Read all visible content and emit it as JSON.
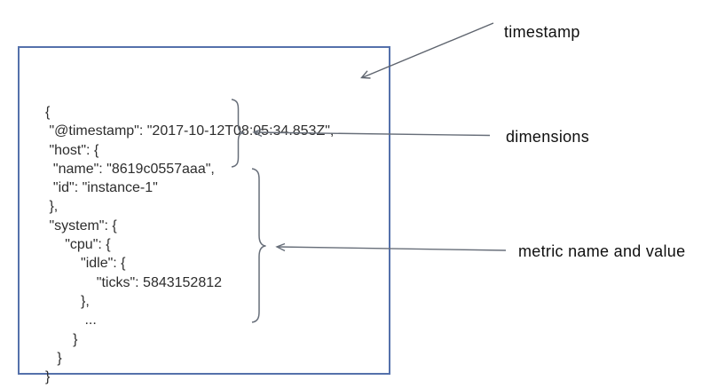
{
  "colors": {
    "box_border": "#5571ab",
    "code_text": "#2d2d2d",
    "label_text": "#101010",
    "annotation_stroke": "#676e79"
  },
  "code_block": {
    "text": "{\n \"@timestamp\": \"2017-10-12T08:05:34.853Z\",\n \"host\": {\n  \"name\": \"8619c0557aaa\",\n  \"id\": \"instance-1\"\n },\n \"system\": {\n     \"cpu\": {\n         \"idle\": {\n             \"ticks\": 5843152812\n         },\n          ...\n       }\n   }\n}"
  },
  "document_fields": {
    "timestamp": "2017-10-12T08:05:34.853Z",
    "host_name": "8619c0557aaa",
    "host_id": "instance-1",
    "metric_name": "system.cpu.idle.ticks",
    "metric_value": 5843152812
  },
  "annotations": [
    {
      "label": "timestamp"
    },
    {
      "label": "dimensions"
    },
    {
      "label": "metric name and value"
    }
  ]
}
